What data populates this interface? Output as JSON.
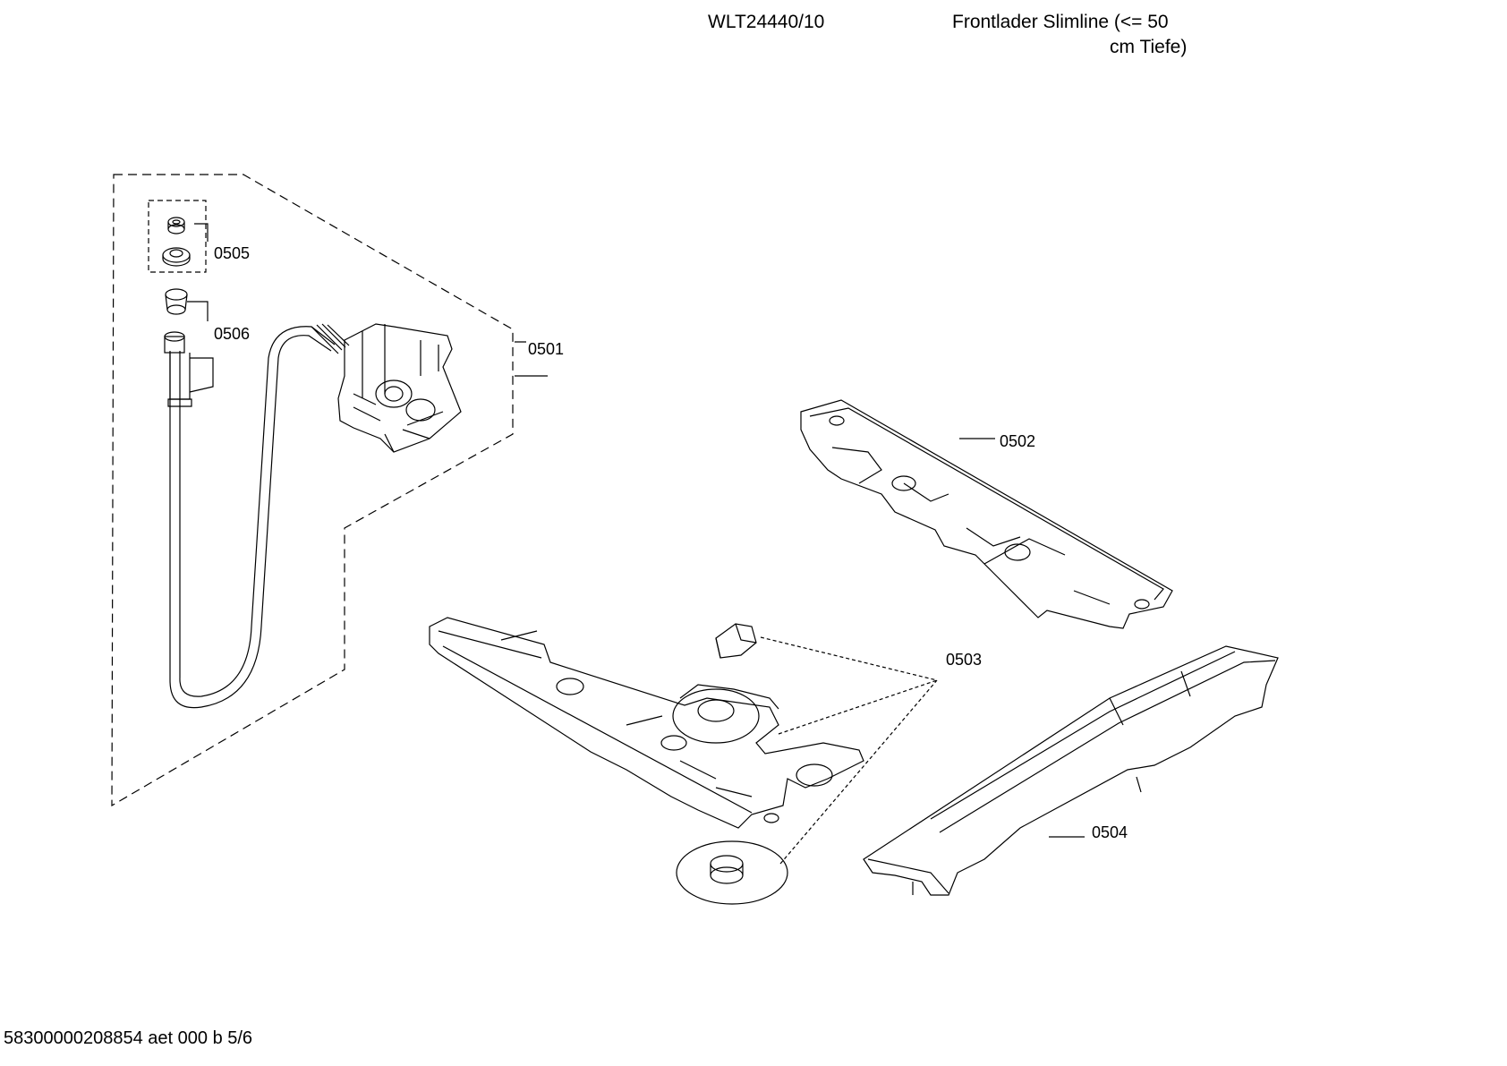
{
  "header": {
    "model_number": "WLT24440/10",
    "description_line1": "Frontlader Slimline (<= 50",
    "description_line2": "cm Tiefe)"
  },
  "parts": [
    {
      "id": "0505"
    },
    {
      "id": "0506"
    },
    {
      "id": "0501"
    },
    {
      "id": "0502"
    },
    {
      "id": "0503"
    },
    {
      "id": "0504"
    }
  ],
  "footer": {
    "document_code": "58300000208854 aet 000 b 5/6"
  }
}
